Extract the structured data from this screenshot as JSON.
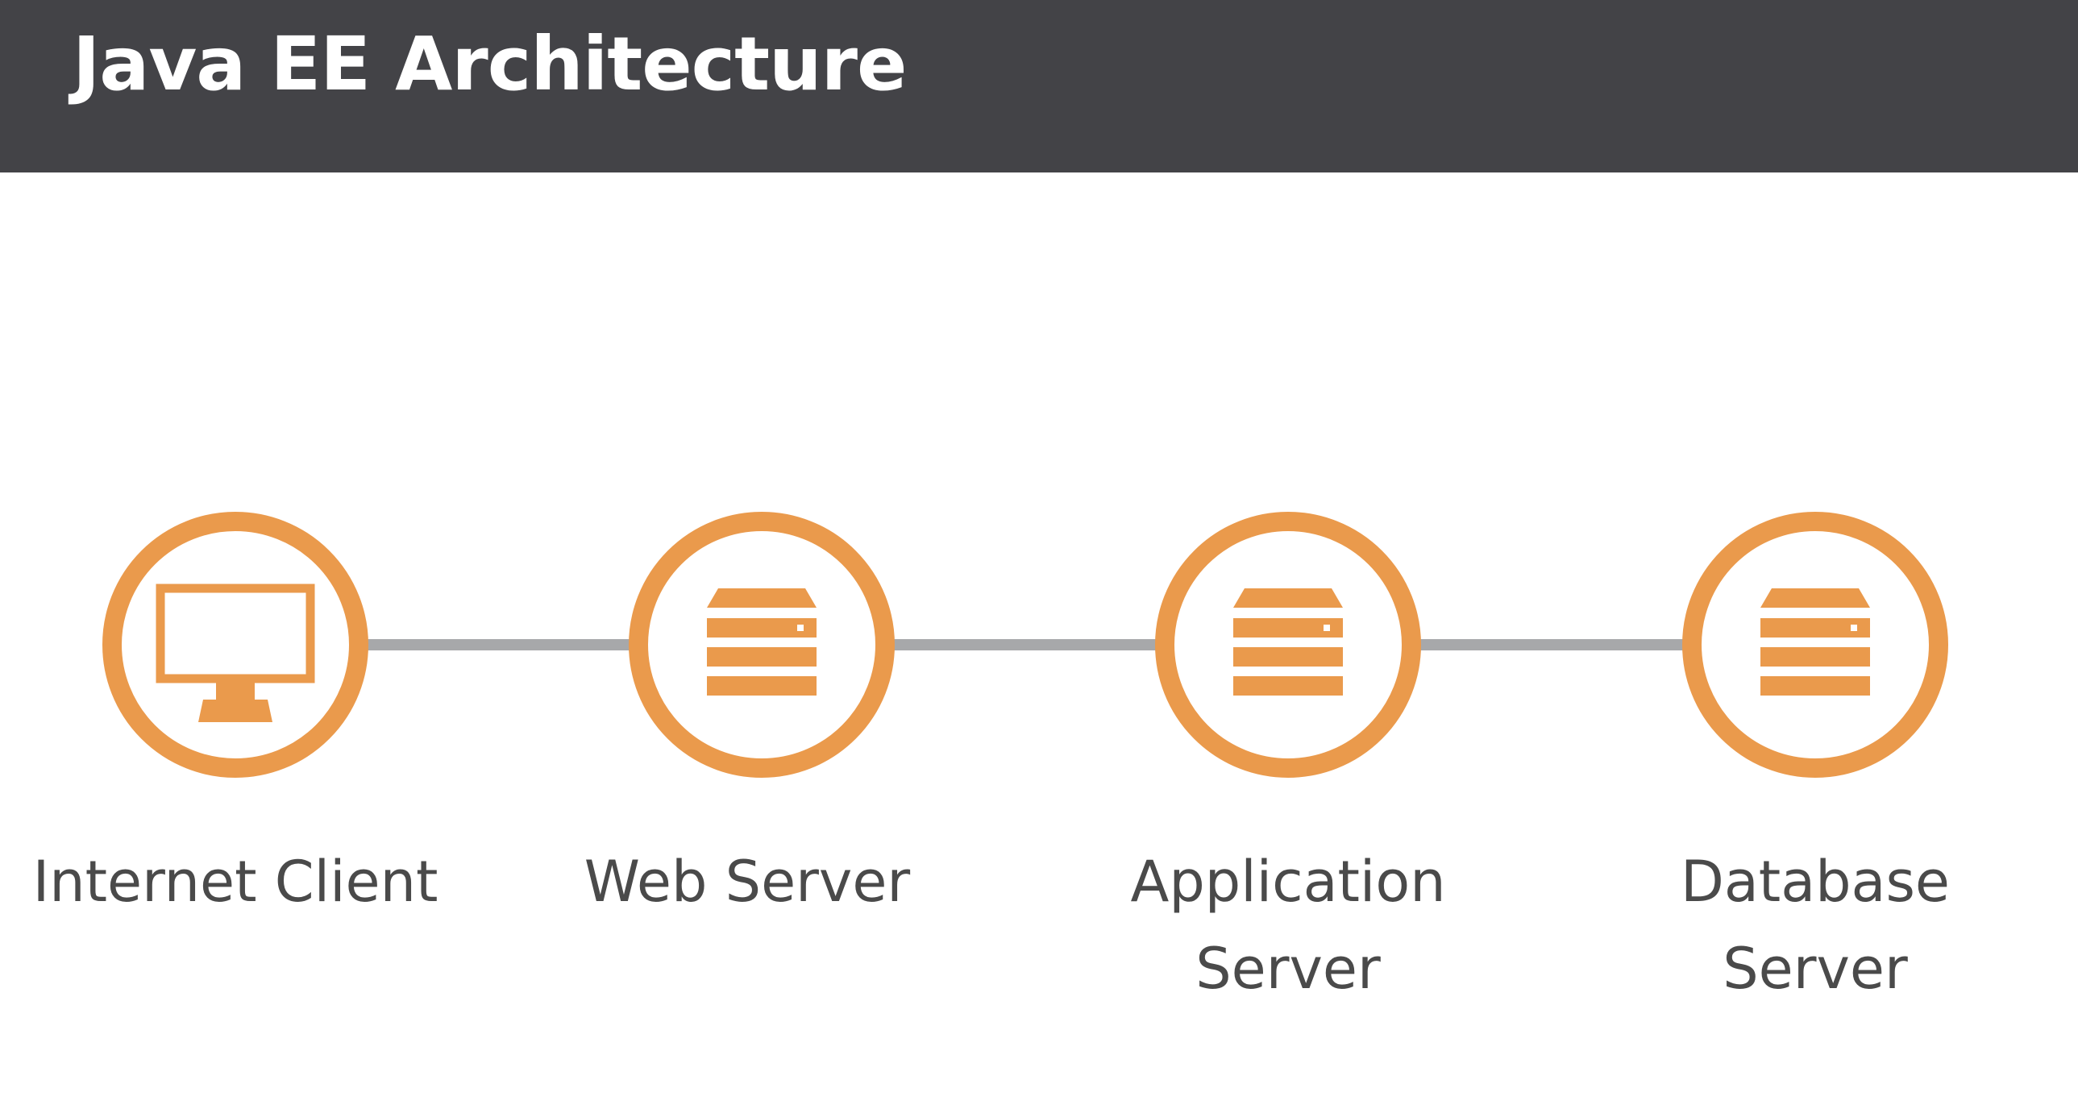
{
  "header": {
    "title": "Java EE Architecture"
  },
  "colors": {
    "header_bg": "#434347",
    "accent": "#EA9A4C",
    "connector": "#A7A8AA",
    "label_text": "#4a4a4a"
  },
  "nodes": [
    {
      "id": "internet-client",
      "icon": "monitor-icon",
      "label_lines": [
        "Internet Client"
      ]
    },
    {
      "id": "web-server",
      "icon": "server-icon",
      "label_lines": [
        "Web Server"
      ]
    },
    {
      "id": "application-server",
      "icon": "server-icon",
      "label_lines": [
        "Application",
        "Server"
      ]
    },
    {
      "id": "database-server",
      "icon": "server-icon",
      "label_lines": [
        "Database",
        "Server"
      ]
    }
  ]
}
